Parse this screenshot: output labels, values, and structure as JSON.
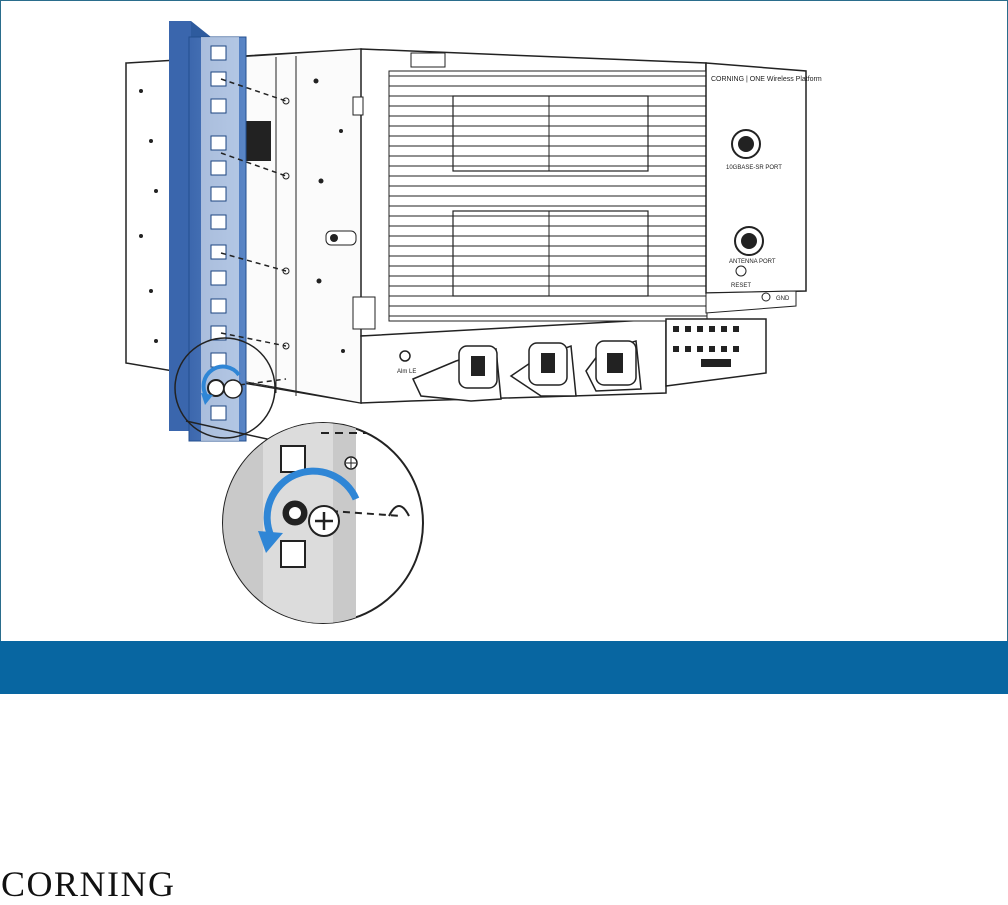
{
  "figure": {
    "illustration": "rack-mount-screw-installation",
    "panel_labels": {
      "brand_line": "CORNING | ONE Wireless Platform",
      "port_1": "10GBASE-SR PORT",
      "port_2": "ANTENNA PORT",
      "button": "RESET",
      "ground": "GND",
      "bottom_left": "Alm LE"
    }
  },
  "caption_bar": {
    "text": ""
  },
  "footer": {
    "logo": "CORNING"
  },
  "colors": {
    "rack_rail": "#4a78be",
    "caption_bar": "#0866a1",
    "arrow": "#2f86d6",
    "line_art": "#1b1b1b"
  },
  "icons": [
    "rotate-arrow-icon",
    "phillips-screw-icon"
  ]
}
